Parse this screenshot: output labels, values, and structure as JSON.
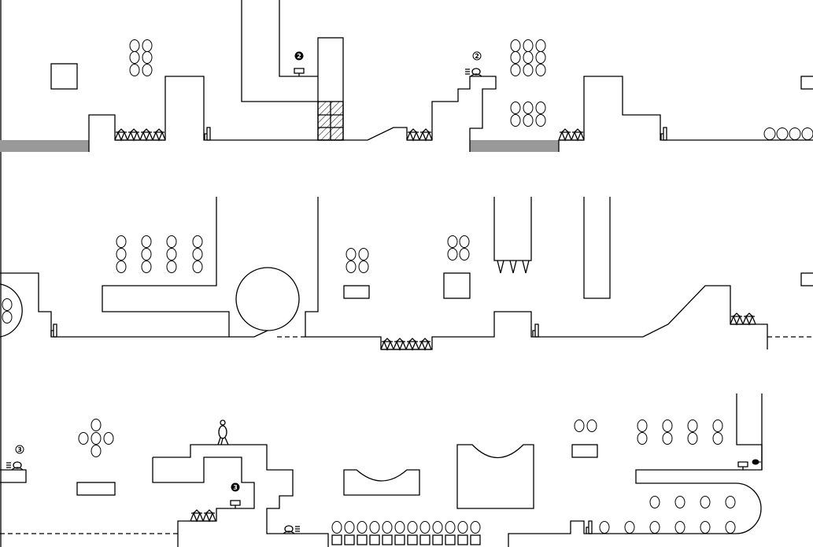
{
  "title": "Level map",
  "colors": {
    "line": "#000000",
    "water": "#999999",
    "background": "#ffffff"
  },
  "markers": [
    {
      "id": "checkpoint-2-filled",
      "label": "2",
      "style": "filled"
    },
    {
      "id": "checkpoint-2-outline",
      "label": "2",
      "style": "outline"
    },
    {
      "id": "checkpoint-3-outline",
      "label": "3",
      "style": "outline"
    },
    {
      "id": "checkpoint-3-filled",
      "label": "3",
      "style": "filled"
    }
  ]
}
